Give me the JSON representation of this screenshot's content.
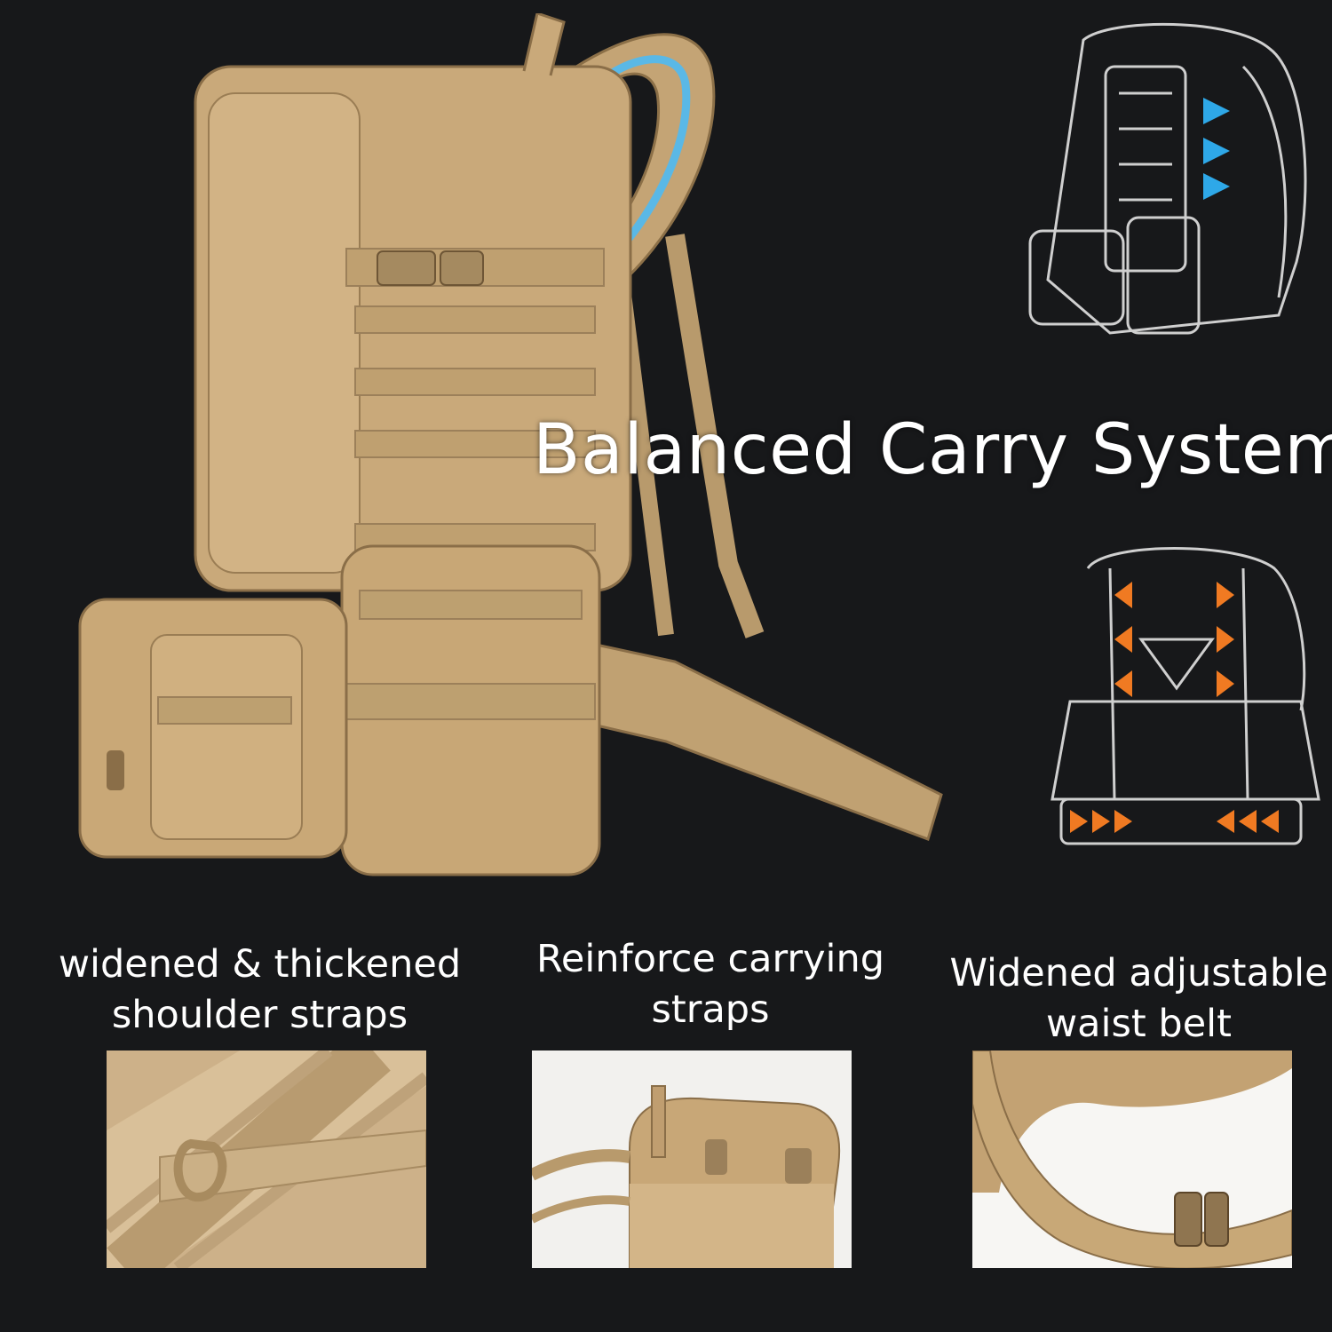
{
  "headline": "Balanced Carry System",
  "features": [
    {
      "line1": "widened & thickened",
      "line2": "shoulder straps"
    },
    {
      "line1": "Reinforce carrying",
      "line2": "straps"
    },
    {
      "line1": "Widened adjustable",
      "line2": "waist belt"
    }
  ],
  "colors": {
    "background": "#17181a",
    "fabric": "#c9a97a",
    "fabric_dark": "#a98a5e",
    "padding_highlight": "#5ab8e6",
    "arrow_orange": "#f07a22",
    "arrow_blue": "#2ea8e8",
    "text": "#ffffff"
  }
}
